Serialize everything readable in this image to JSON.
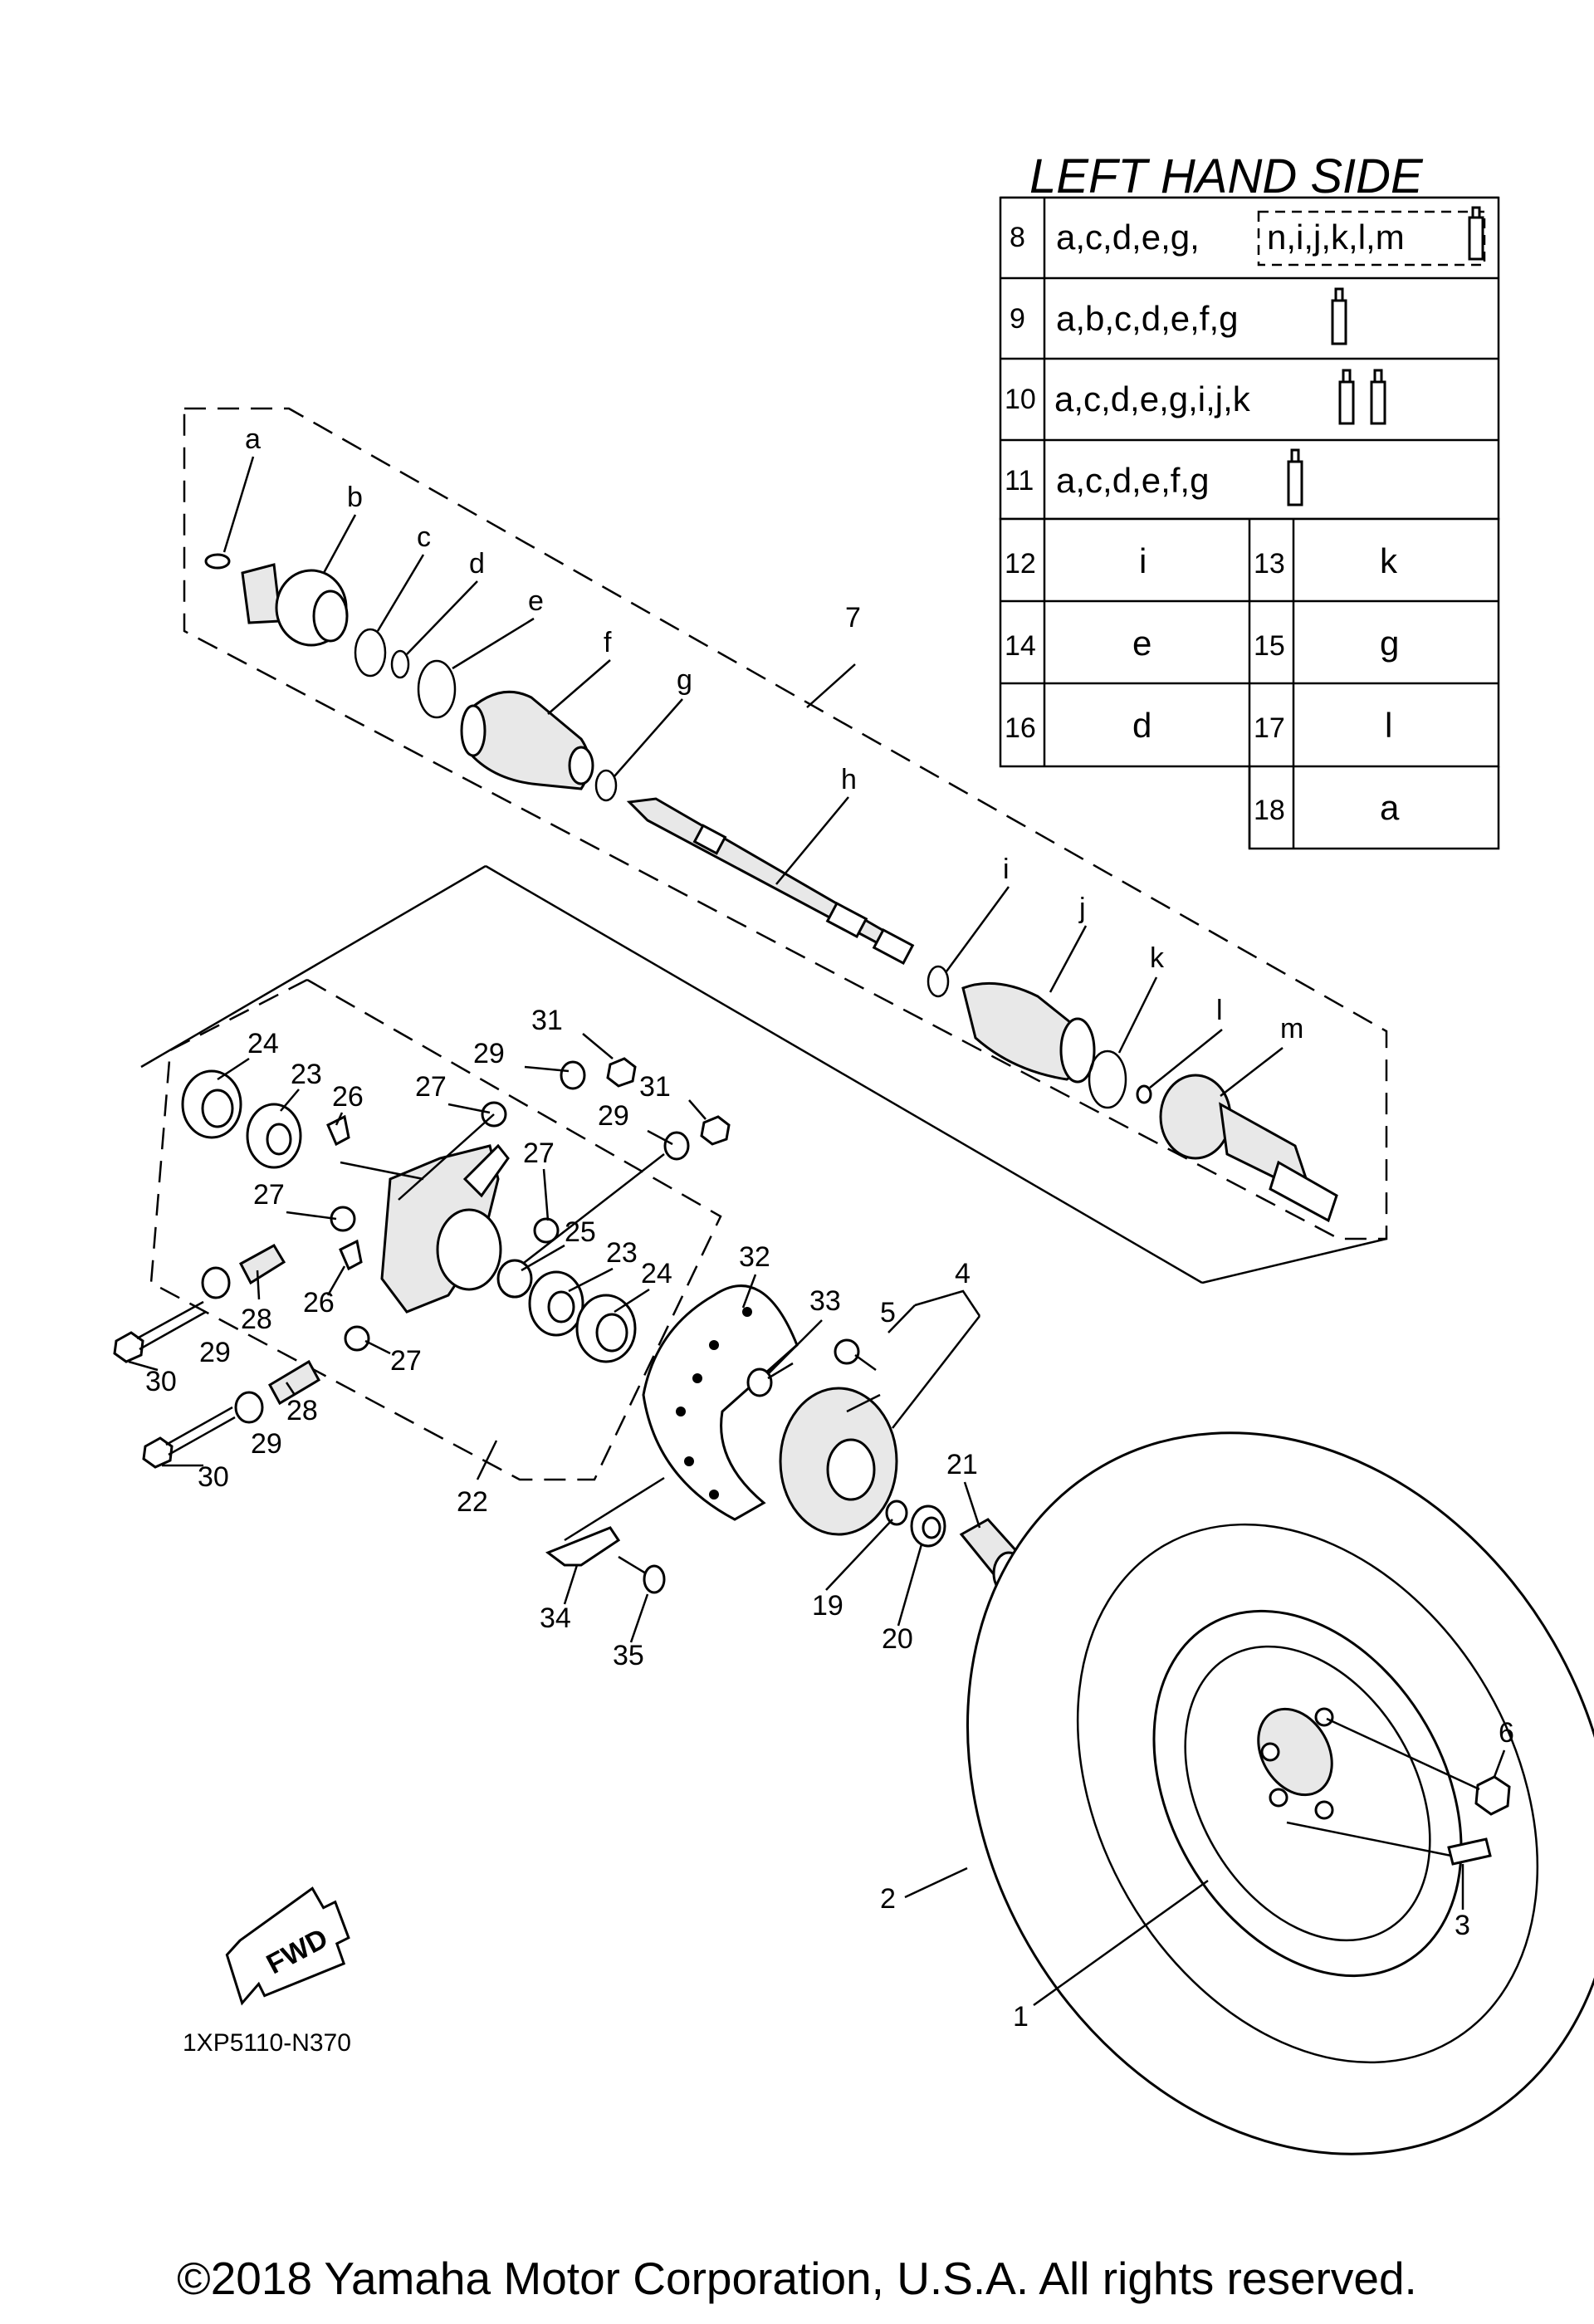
{
  "table": {
    "title": "LEFT HAND SIDE",
    "rows": [
      {
        "num": "8",
        "text": "a,c,d,e,g,",
        "boxed": "n,i,j,k,l,m",
        "tubes": 1
      },
      {
        "num": "9",
        "text": "a,b,c,d,e,f,g",
        "tubes": 1
      },
      {
        "num": "10",
        "text": "a,c,d,e,g,i,j,k",
        "tubes": 2
      },
      {
        "num": "11",
        "text": "a,c,d,e,f,g",
        "tubes": 1
      }
    ],
    "pairs": [
      {
        "n1": "12",
        "v1": "i",
        "n2": "13",
        "v2": "k"
      },
      {
        "n1": "14",
        "v1": "e",
        "n2": "15",
        "v2": "g"
      },
      {
        "n1": "16",
        "v1": "d",
        "n2": "17",
        "v2": "l"
      },
      {
        "n2": "18",
        "v2": "a"
      }
    ]
  },
  "shaft_letters": [
    "a",
    "b",
    "c",
    "d",
    "e",
    "f",
    "g",
    "h",
    "i",
    "j",
    "k",
    "l",
    "m"
  ],
  "part_numbers": [
    "1",
    "2",
    "3",
    "4",
    "5",
    "6",
    "7",
    "19",
    "20",
    "21",
    "22",
    "23",
    "24",
    "25",
    "26",
    "27",
    "28",
    "29",
    "30",
    "31",
    "32",
    "33",
    "34",
    "35"
  ],
  "fwd_label": "FWD",
  "diagram_code": "1XP5110-N370",
  "copyright": "©2018 Yamaha Motor Corporation, U.S.A. All rights reserved."
}
